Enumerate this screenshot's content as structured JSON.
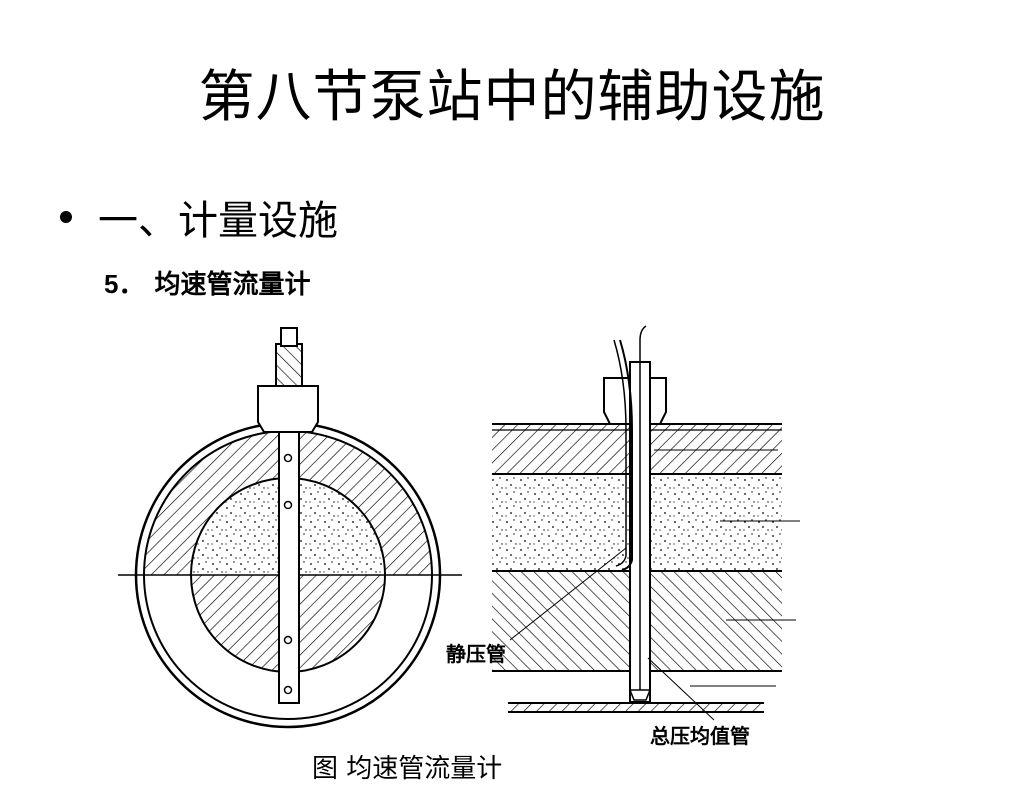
{
  "slide": {
    "title": "第八节泵站中的辅助设施",
    "bullet": "一、计量设施",
    "subitem": {
      "number": "5．",
      "text": "均速管流量计"
    }
  },
  "figure": {
    "label_static": "静压管",
    "label_total": "总压均值管",
    "caption": "图        均速管流量计"
  }
}
